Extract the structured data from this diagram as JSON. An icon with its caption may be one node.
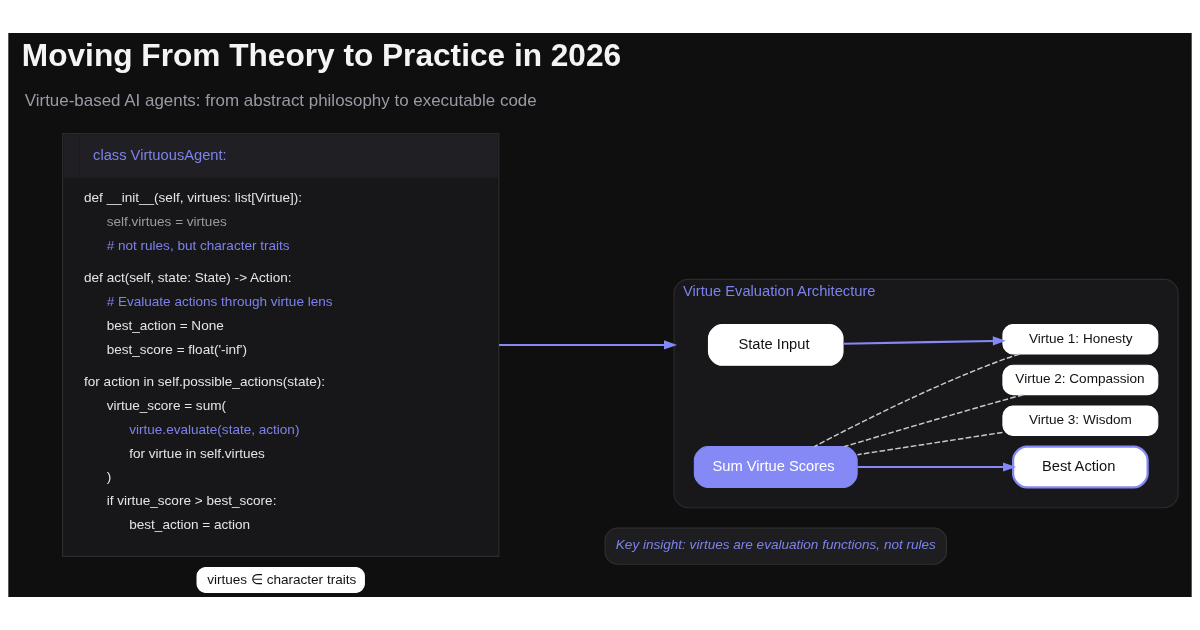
{
  "diagram": {
    "title": "Moving From Theory to Practice in 2026",
    "nodes": [
      {
        "text": [
          "class VirtuousAgent:",
          "def __init__(self, virtues: list[Virtue]):",
          "self.virtues = virtues",
          "# not rules, but character traits",
          "def act(self, state: State) -> Action:",
          "# Evaluate actions through virtue lens",
          "best_action = None",
          "best_score = float('-inf')",
          "for action in self.possible_actions(state):",
          "virtue_score = sum(",
          "virtue.evaluate(state, action)",
          "for virtue in self.virtues",
          ")",
          "if virtue_score > best_score:",
          "best_action = action"
        ]
      },
      {
        "text": [
          "Virtue Evaluation Architecture"
        ]
      },
      {
        "text": [
          "State Input"
        ],
        "in": 1
      },
      {
        "text": [
          "Virtue 1: Honesty"
        ],
        "in": 1
      },
      {
        "text": [
          "Virtue 2: Compassion"
        ],
        "in": 1
      },
      {
        "text": [
          "Virtue 3: Wisdom"
        ],
        "in": 1
      },
      {
        "text": [
          "Sum Virtue Scores"
        ],
        "in": 1
      },
      {
        "text": [
          "Best Action"
        ],
        "in": 1
      },
      {
        "text": [
          "Key insight: virtues are evaluation functions, not rules"
        ]
      },
      {
        "text": [
          "virtues ∈ character traits"
        ]
      }
    ],
    "edges": [
      {
        "from": 0,
        "to": 1,
        "arrow": "to"
      },
      {
        "from": 2,
        "to": 3,
        "arrow": "to"
      },
      {
        "from": 3,
        "to": 6,
        "arrow": "none",
        "style": "dashed",
        "color": "#c8c8d0"
      },
      {
        "from": 4,
        "to": 6,
        "arrow": "none",
        "style": "dashed",
        "color": "#c8c8d0"
      },
      {
        "from": 5,
        "to": 6,
        "arrow": "none",
        "style": "dashed",
        "color": "#c8c8d0"
      },
      {
        "from": 6,
        "to": 7,
        "arrow": "to"
      }
    ],
    "labels": [
      "Virtue-based AI agents: from abstract philosophy to executable code"
    ]
  }
}
